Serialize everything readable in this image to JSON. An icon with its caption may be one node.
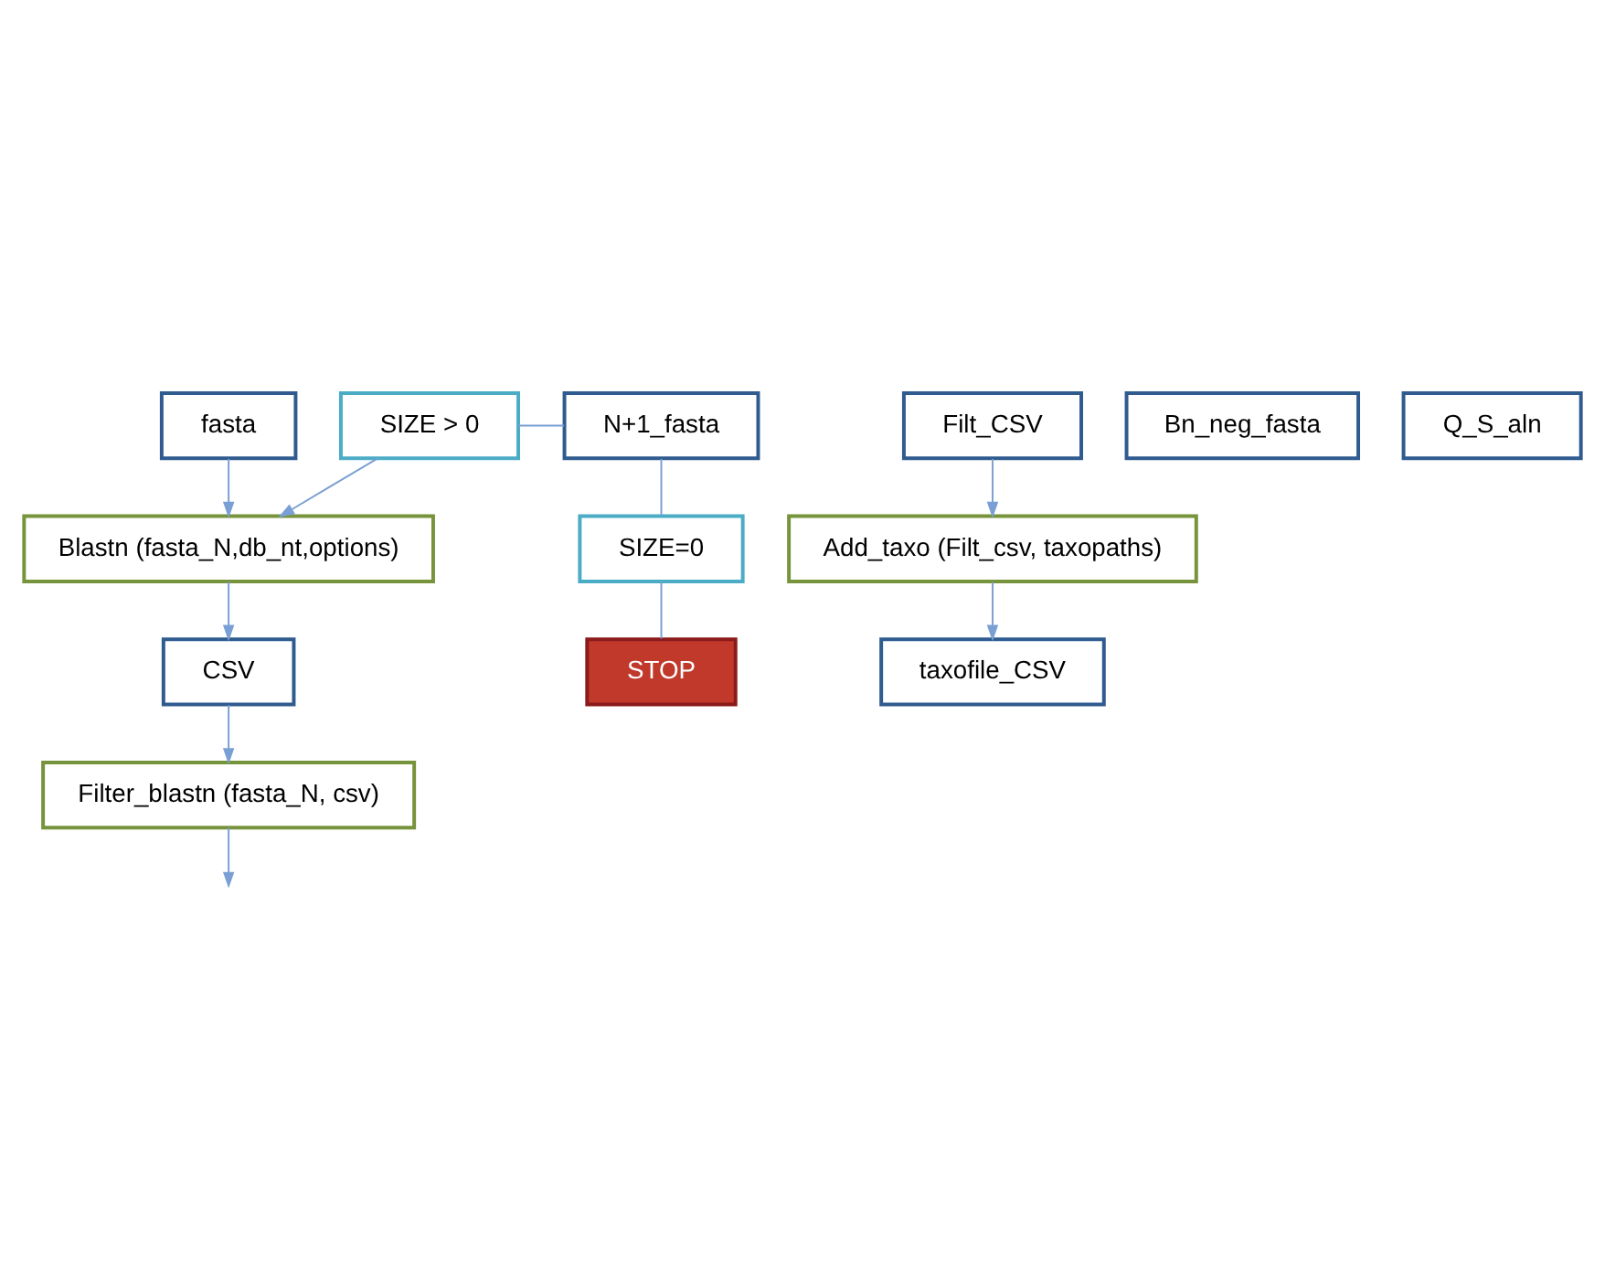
{
  "diagram": {
    "nodes": [
      {
        "text": [
          "fasta"
        ]
      },
      {
        "text": [
          "Blastn (fasta_N,db_nt,options)"
        ]
      },
      {
        "text": [
          "CSV"
        ]
      },
      {
        "text": [
          "Filter_blastn (fasta_N, csv)"
        ]
      },
      {
        "text": [
          "N+1_fasta"
        ]
      },
      {
        "text": [
          "Filt_CSV"
        ]
      },
      {
        "text": [
          "Bn_neg_fasta"
        ]
      },
      {
        "text": [
          "Q_S_aln"
        ]
      },
      {
        "text": [
          "Add_taxo (Filt_csv, taxopaths)"
        ]
      },
      {
        "text": [
          "taxofile_CSV"
        ]
      },
      {
        "text": [
          "SIZE > 0"
        ]
      },
      {
        "text": [
          "SIZE=0"
        ]
      },
      {
        "text": [
          "STOP"
        ]
      }
    ],
    "edges": [
      {
        "from": 0,
        "to": 1,
        "arrow": "to"
      },
      {
        "from": 1,
        "to": 2,
        "arrow": "to"
      },
      {
        "from": 2,
        "to": 3,
        "arrow": "to"
      },
      {
        "from": 3,
        "to": null,
        "arrow": "to"
      },
      {
        "from": 5,
        "to": 8,
        "arrow": "to"
      },
      {
        "from": 8,
        "to": 9,
        "arrow": "to"
      },
      {
        "from": 4,
        "to": 10,
        "arrow": "none"
      },
      {
        "from": 10,
        "to": 1,
        "arrow": "to"
      },
      {
        "from": 4,
        "to": 11,
        "arrow": "none"
      },
      {
        "from": 11,
        "to": 12,
        "arrow": "none"
      }
    ]
  }
}
